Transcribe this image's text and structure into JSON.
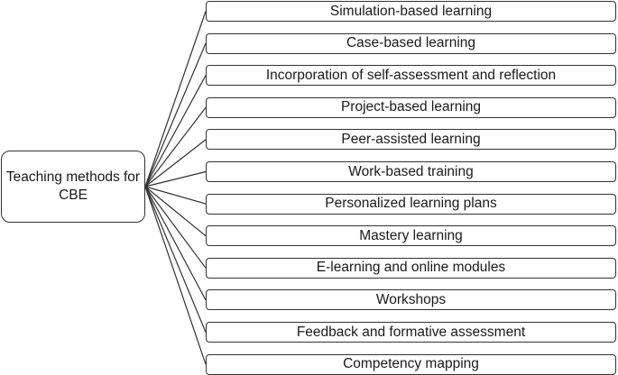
{
  "root": {
    "label": "Teaching methods for CBE"
  },
  "branches": [
    "Simulation-based learning",
    "Case-based learning",
    "Incorporation of self-assessment and reflection",
    "Project-based learning",
    "Peer-assisted learning",
    "Work-based training",
    "Personalized learning plans",
    "Mastery learning",
    "E-learning and online modules",
    "Workshops",
    "Feedback and formative assessment",
    "Competency mapping"
  ],
  "colors": {
    "stroke": "#333333",
    "fill": "#ffffff",
    "text": "#1a1a1a"
  }
}
